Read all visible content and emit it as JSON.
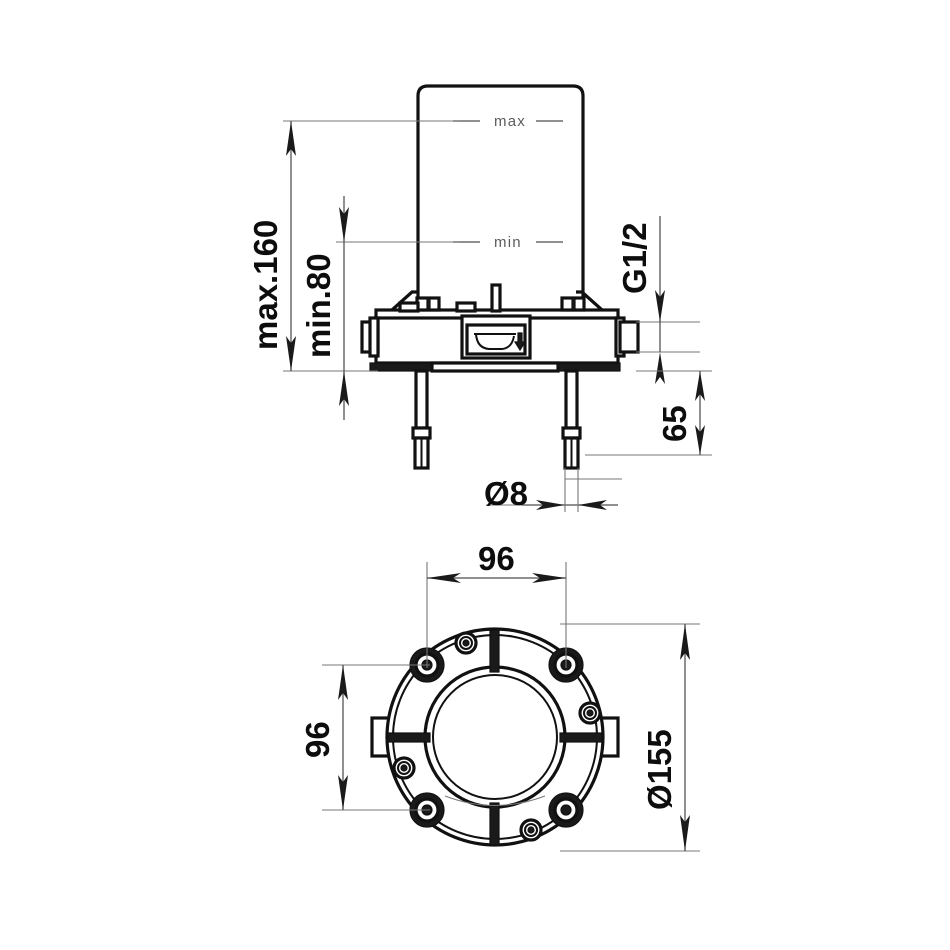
{
  "drawing": {
    "type": "technical-dimension-drawing",
    "subject": "concealed shower / bath mixer rough-in body with round mounting flange",
    "background_color": "#ffffff",
    "line_color": "#111111",
    "dimension_color": "#4d4d4d",
    "units": "mm"
  },
  "views": {
    "elevation": {
      "name": "front elevation (section)",
      "labels": {
        "max_marker": "max",
        "min_marker": "min"
      }
    },
    "plan": {
      "name": "plan view (round flange)"
    }
  },
  "dimensions": {
    "elevation": [
      {
        "id": "max-160",
        "text": "max.160",
        "orientation": "vertical",
        "value": 160
      },
      {
        "id": "min-80",
        "text": "min.80",
        "orientation": "vertical",
        "value": 80
      },
      {
        "id": "g-half",
        "text": "G1/2",
        "orientation": "vertical-leader",
        "value": "G1/2"
      },
      {
        "id": "dim-65",
        "text": "65",
        "orientation": "vertical",
        "value": 65
      },
      {
        "id": "dia-8",
        "text": "Ø8",
        "orientation": "horizontal",
        "value": 8
      }
    ],
    "plan": [
      {
        "id": "dim-96-h",
        "text": "96",
        "orientation": "horizontal",
        "value": 96
      },
      {
        "id": "dim-96-v",
        "text": "96",
        "orientation": "vertical",
        "value": 96
      },
      {
        "id": "dia-155",
        "text": "Ø155",
        "orientation": "vertical",
        "value": 155
      }
    ]
  },
  "icon": {
    "body_symbol": "basin-outlet-symbol"
  }
}
